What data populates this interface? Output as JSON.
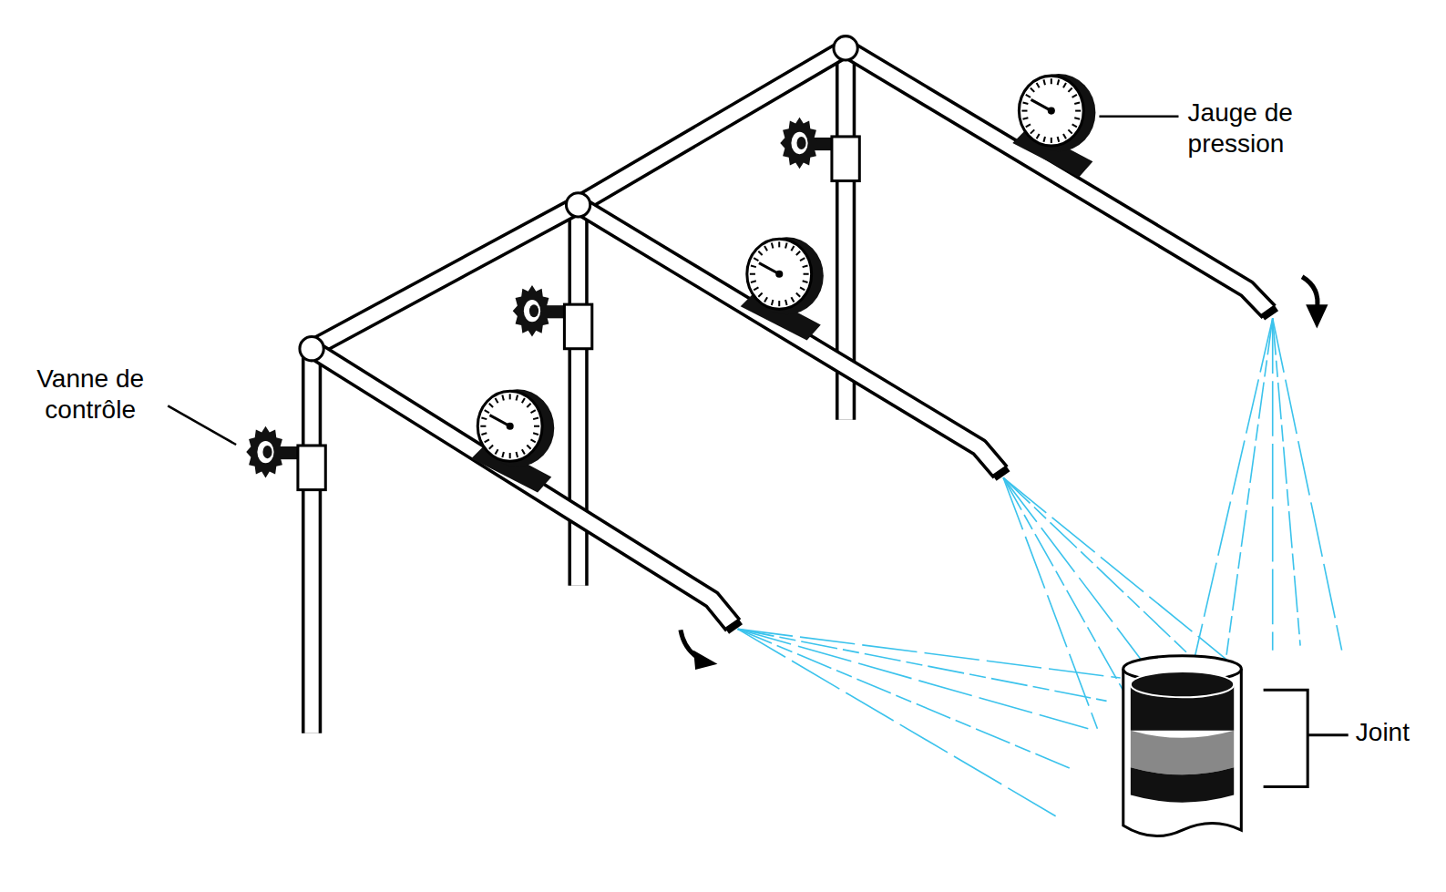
{
  "diagram": {
    "labels": [
      "Jauge de pression",
      "Vanne de contrôle",
      "Joint"
    ]
  }
}
